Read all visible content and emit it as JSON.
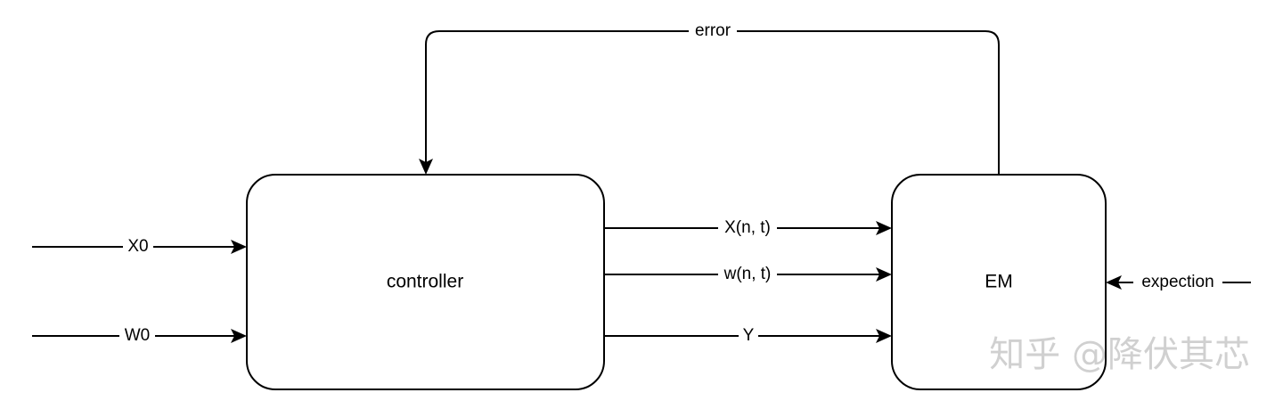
{
  "nodes": {
    "controller": {
      "label": "controller"
    },
    "em": {
      "label": "EM"
    }
  },
  "edges": {
    "x0": {
      "label": "X0"
    },
    "w0": {
      "label": "W0"
    },
    "xnt": {
      "label": "X(n, t)"
    },
    "wnt": {
      "label": "w(n, t)"
    },
    "y": {
      "label": "Y"
    },
    "expection": {
      "label": "expection"
    },
    "error": {
      "label": "error"
    }
  },
  "watermark": {
    "text": "知乎 @降伏其芯"
  }
}
